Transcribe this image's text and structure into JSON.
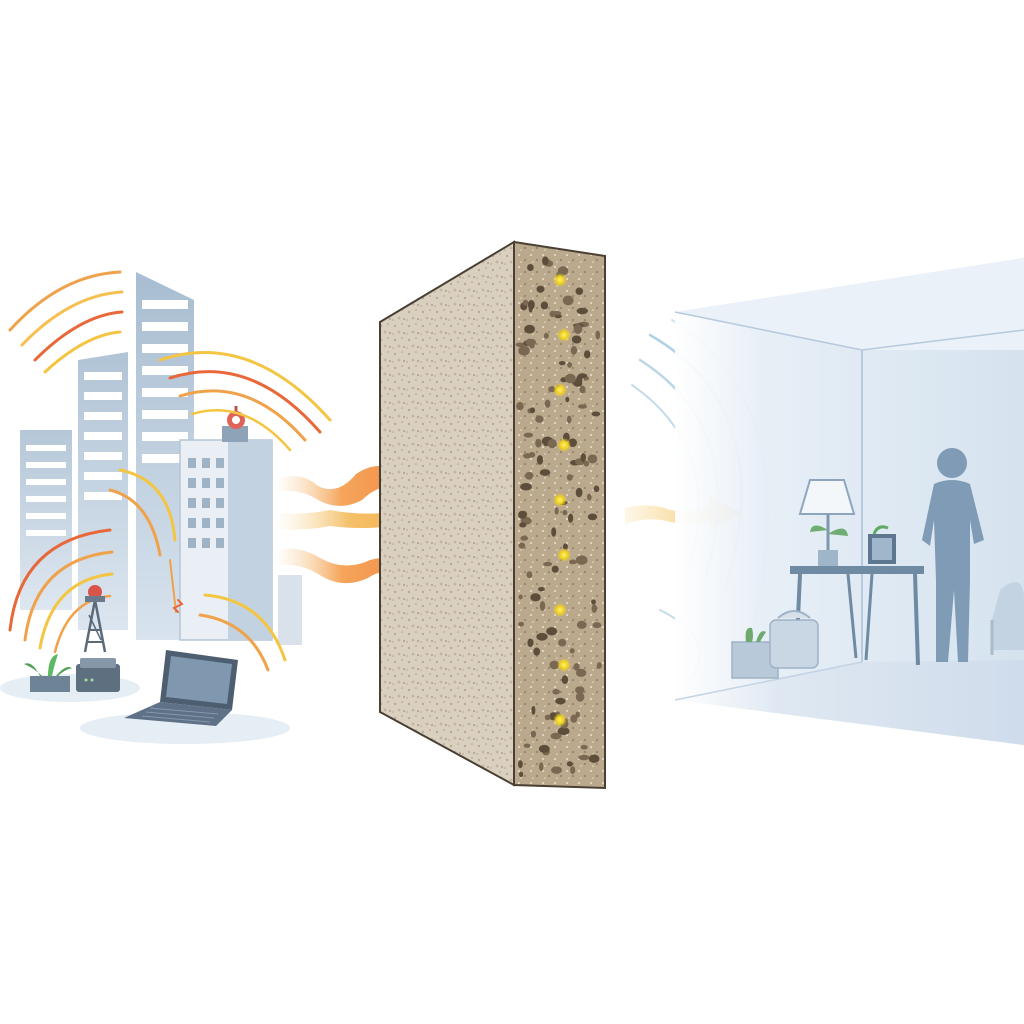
{
  "colors": {
    "background": "#ffffff",
    "city_building": "#9fb6cc",
    "city_window": "#ffffff",
    "wave_warm_1": "#f2a23a",
    "wave_warm_2": "#f4c542",
    "wave_warm_3": "#e8643a",
    "arrow_orange": "#f07a3c",
    "arrow_yellow": "#f5b83a",
    "wall_face": "#d8cfbf",
    "wall_core": "#b9a78b",
    "wall_pore": "#6e5e49",
    "wall_glow": "#f4d020",
    "room_tint": "#dbe6f1",
    "room_edge": "#b7c9dc",
    "wave_cool": "#9cc4dc",
    "silhouette": "#7f9bb5",
    "laptop": "#4d5e70"
  },
  "scene": {
    "left_side": {
      "icons": [
        "city-buildings",
        "cell-tower",
        "router",
        "laptop",
        "plant"
      ]
    },
    "wall": {
      "icons": [
        "porous-wall",
        "absorbing-pores"
      ]
    },
    "right_side": {
      "icons": [
        "room",
        "person-silhouette",
        "lamp",
        "desk",
        "laptop",
        "chair",
        "boxes"
      ]
    },
    "signal": {
      "incoming_arrows": 3,
      "outgoing_arrows": 1
    }
  }
}
